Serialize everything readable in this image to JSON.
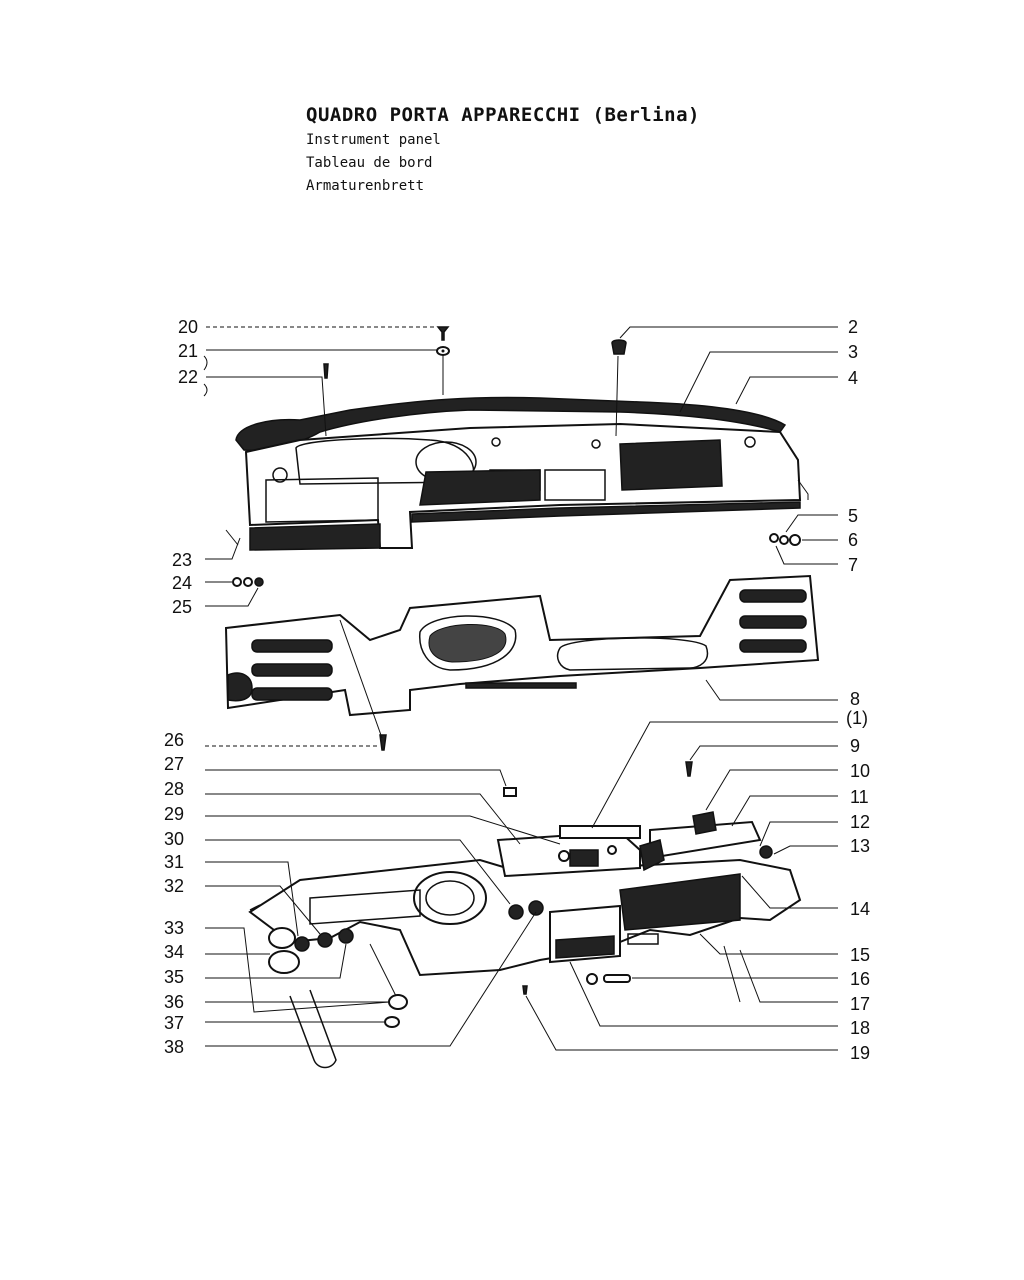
{
  "title": {
    "main": "QUADRO PORTA APPARECCHI (Berlina)",
    "en": "Instrument panel",
    "fr": "Tableau de bord",
    "de": "Armaturenbrett"
  },
  "labels_left": [
    "20",
    "21",
    "22",
    "23",
    "24",
    "25",
    "26",
    "27",
    "28",
    "29",
    "30",
    "31",
    "32",
    "33",
    "34",
    "35",
    "36",
    "37",
    "38"
  ],
  "labels_right": [
    "2",
    "3",
    "4",
    "5",
    "6",
    "7",
    "8",
    "(1)",
    "9",
    "10",
    "11",
    "12",
    "13",
    "14",
    "15",
    "16",
    "17",
    "18",
    "19"
  ]
}
